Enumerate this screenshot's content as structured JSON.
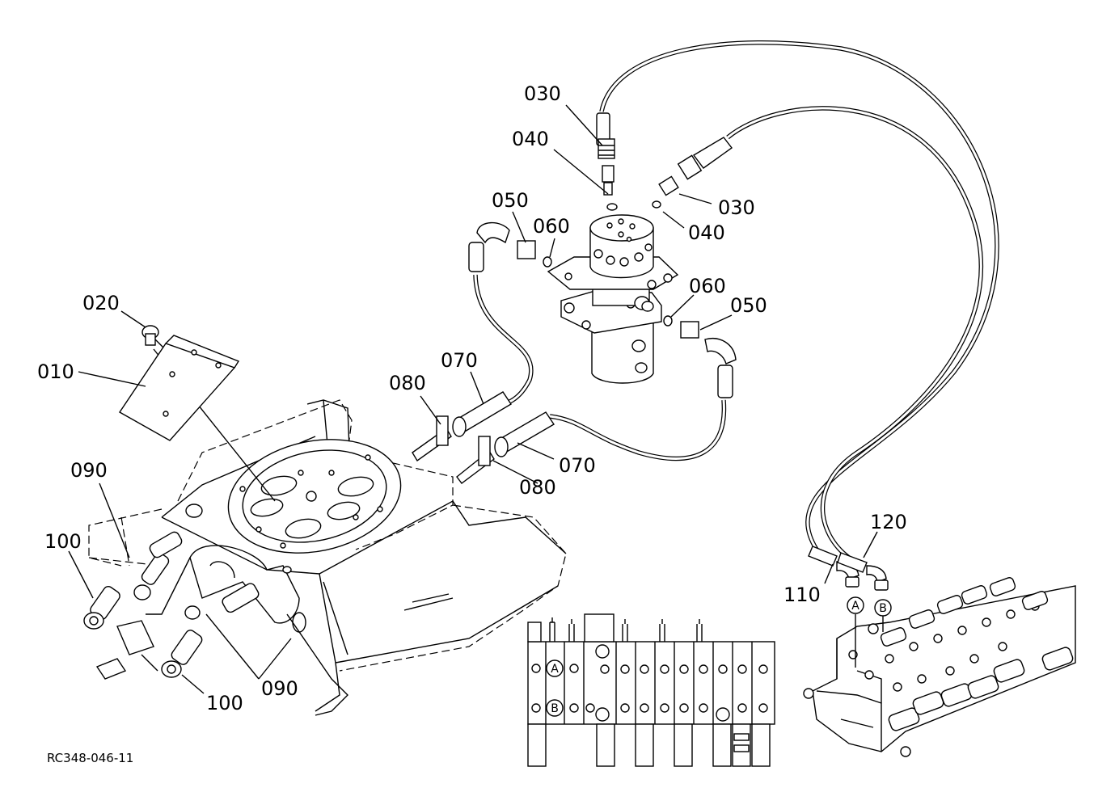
{
  "drawing_code": "RC348-046-11",
  "callouts": {
    "c010": "010",
    "c020": "020",
    "c030a": "030",
    "c030b": "030",
    "c040a": "040",
    "c040b": "040",
    "c050a": "050",
    "c050b": "050",
    "c060a": "060",
    "c060b": "060",
    "c070a": "070",
    "c070b": "070",
    "c080a": "080",
    "c080b": "080",
    "c090a": "090",
    "c090b": "090",
    "c100a": "100",
    "c100b": "100",
    "c110": "110",
    "c120": "120"
  },
  "ports": {
    "a": "A",
    "b": "B",
    "diagram_a": "A",
    "diagram_b": "B"
  }
}
